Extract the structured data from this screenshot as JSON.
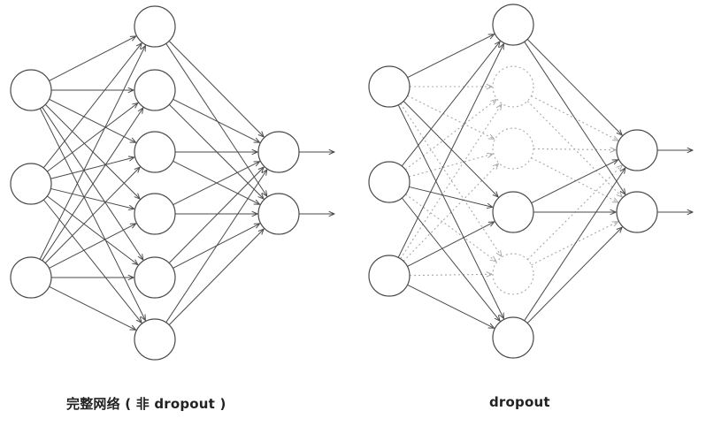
{
  "colors": {
    "background": "#ffffff",
    "active": "#4a4a4a",
    "dropped": "#a8a8a8",
    "text": "#222222"
  },
  "diagrams": [
    {
      "caption": "完整网络 ( 非 dropout )",
      "layers": [
        {
          "units": 3,
          "dropped": []
        },
        {
          "units": 6,
          "dropped": []
        },
        {
          "units": 2,
          "dropped": []
        }
      ]
    },
    {
      "caption": "dropout",
      "layers": [
        {
          "units": 3,
          "dropped": []
        },
        {
          "units": 6,
          "dropped": [
            1,
            2,
            4
          ]
        },
        {
          "units": 2,
          "dropped": []
        }
      ]
    }
  ]
}
